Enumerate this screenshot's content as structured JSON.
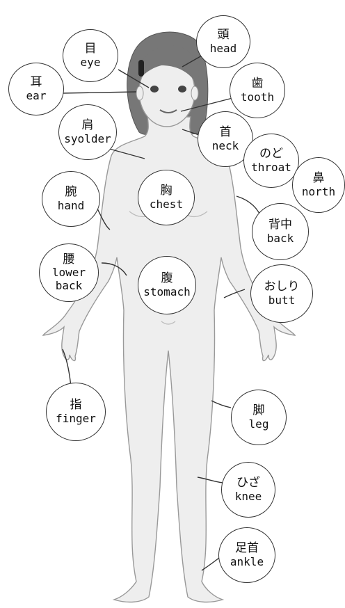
{
  "colors": {
    "body_fill": "#eeeeee",
    "body_stroke": "#999999",
    "hair": "#777777",
    "line": "#333333"
  },
  "labels": {
    "head": {
      "jp": "頭",
      "en": "head"
    },
    "eye": {
      "jp": "目",
      "en": "eye"
    },
    "ear": {
      "jp": "耳",
      "en": "ear"
    },
    "tooth": {
      "jp": "歯",
      "en": "tooth"
    },
    "shoulder": {
      "jp": "肩",
      "en": "syolder"
    },
    "neck": {
      "jp": "首",
      "en": "neck"
    },
    "throat": {
      "jp": "のど",
      "en": "throat"
    },
    "nose": {
      "jp": "鼻",
      "en": "north"
    },
    "arm": {
      "jp": "腕",
      "en": "hand"
    },
    "chest": {
      "jp": "胸",
      "en": "chest"
    },
    "back": {
      "jp": "背中",
      "en": "back"
    },
    "lowerback": {
      "jp": "腰",
      "en": "lower",
      "en2": "back"
    },
    "stomach": {
      "jp": "腹",
      "en": "stomach"
    },
    "butt": {
      "jp": "おしり",
      "en": "butt"
    },
    "finger": {
      "jp": "指",
      "en": "finger"
    },
    "leg": {
      "jp": "脚",
      "en": "leg"
    },
    "knee": {
      "jp": "ひざ",
      "en": "knee"
    },
    "ankle": {
      "jp": "足首",
      "en": "ankle"
    }
  }
}
